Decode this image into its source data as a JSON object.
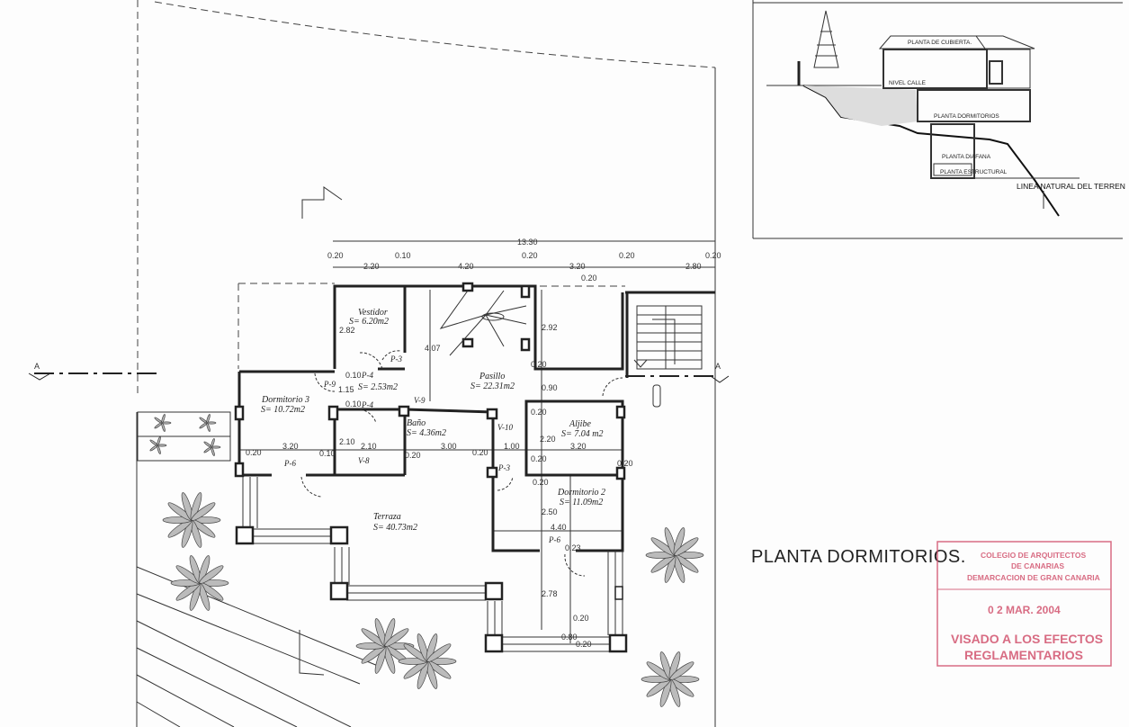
{
  "drawing": {
    "title": "PLANTA DORMITORIOS.",
    "section_marker": "A",
    "rooms": [
      {
        "name": "Vestidor",
        "area": "S= 6.20m2"
      },
      {
        "name": "",
        "area": "S= 2.53m2"
      },
      {
        "name": "Pasillo",
        "area": "S= 22.31m2"
      },
      {
        "name": "Dormitorio 3",
        "area": "S= 10.72m2"
      },
      {
        "name": "Baño",
        "area": "S= 4.36m2"
      },
      {
        "name": "Aljibe",
        "area": "S= 7.04 m2"
      },
      {
        "name": "Dormitorio 2",
        "area": "S= 11.09m2"
      },
      {
        "name": "Terraza",
        "area": "S= 40.73m2"
      }
    ],
    "openings": [
      "P-3",
      "P-4",
      "P-9",
      "P-4",
      "V-9",
      "V-10",
      "V-8",
      "P-6",
      "P-3",
      "P-6"
    ],
    "dimensions": [
      "13.30",
      "0.20",
      "0.10",
      "0.20",
      "0.20",
      "0.20",
      "2.20",
      "4.20",
      "3.20",
      "2.80",
      "0.20",
      "2.82",
      "4.07",
      "2.92",
      "0.20",
      "0.10",
      "1.15",
      "0.10",
      "0.90",
      "0.20",
      "2.20",
      "3.20",
      "0.20",
      "0.10",
      "2.10",
      "2.10",
      "0.20",
      "3.00",
      "0.20",
      "1.00",
      "3.20",
      "0.20",
      "0.20",
      "0.20",
      "2.50",
      "4.40",
      "0.23",
      "2.78",
      "0.20",
      "0.80",
      "0.20"
    ]
  },
  "section": {
    "labels": [
      "PLANTA DE CUBIERTA.",
      "NIVEL CALLE",
      "PLANTA DORMITORIOS",
      "PLANTA DIAFANA",
      "PLANTA ESTRUCTURAL",
      "LINEA NATURAL DEL TERREN"
    ]
  },
  "stamp": {
    "header_lines": [
      "COLEGIO DE ARQUITECTOS",
      "DE CANARIAS",
      "DEMARCACION DE GRAN CANARIA"
    ],
    "date": "0 2 MAR. 2004",
    "visa_lines": [
      "VISADO A LOS EFECTOS",
      "REGLAMENTARIOS"
    ],
    "color": "#d2536e"
  }
}
